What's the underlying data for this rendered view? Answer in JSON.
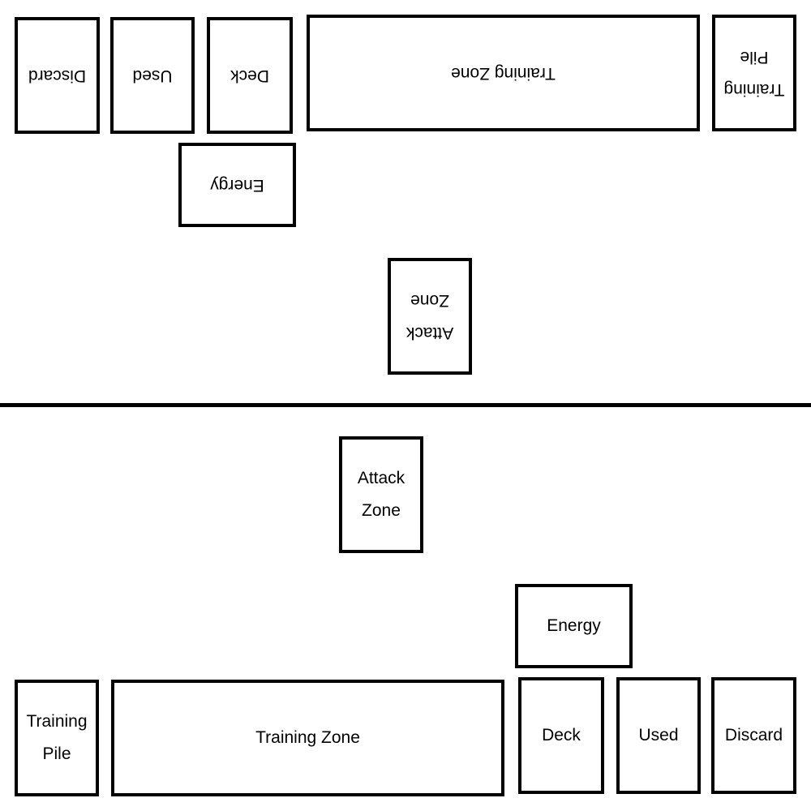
{
  "opponent": {
    "zones": {
      "attack_zone": "Attack\nZone",
      "energy": "Energy",
      "training_pile": "Training\nPile",
      "training_zone": "Training Zone",
      "deck": "Deck",
      "used": "Used",
      "discard": "Discard"
    }
  },
  "player": {
    "zones": {
      "attack_zone": "Attack\nZone",
      "energy": "Energy",
      "training_pile": "Training\nPile",
      "training_zone": "Training Zone",
      "deck": "Deck",
      "used": "Used",
      "discard": "Discard"
    }
  },
  "colors": {
    "border": "#000000",
    "background": "#ffffff"
  }
}
